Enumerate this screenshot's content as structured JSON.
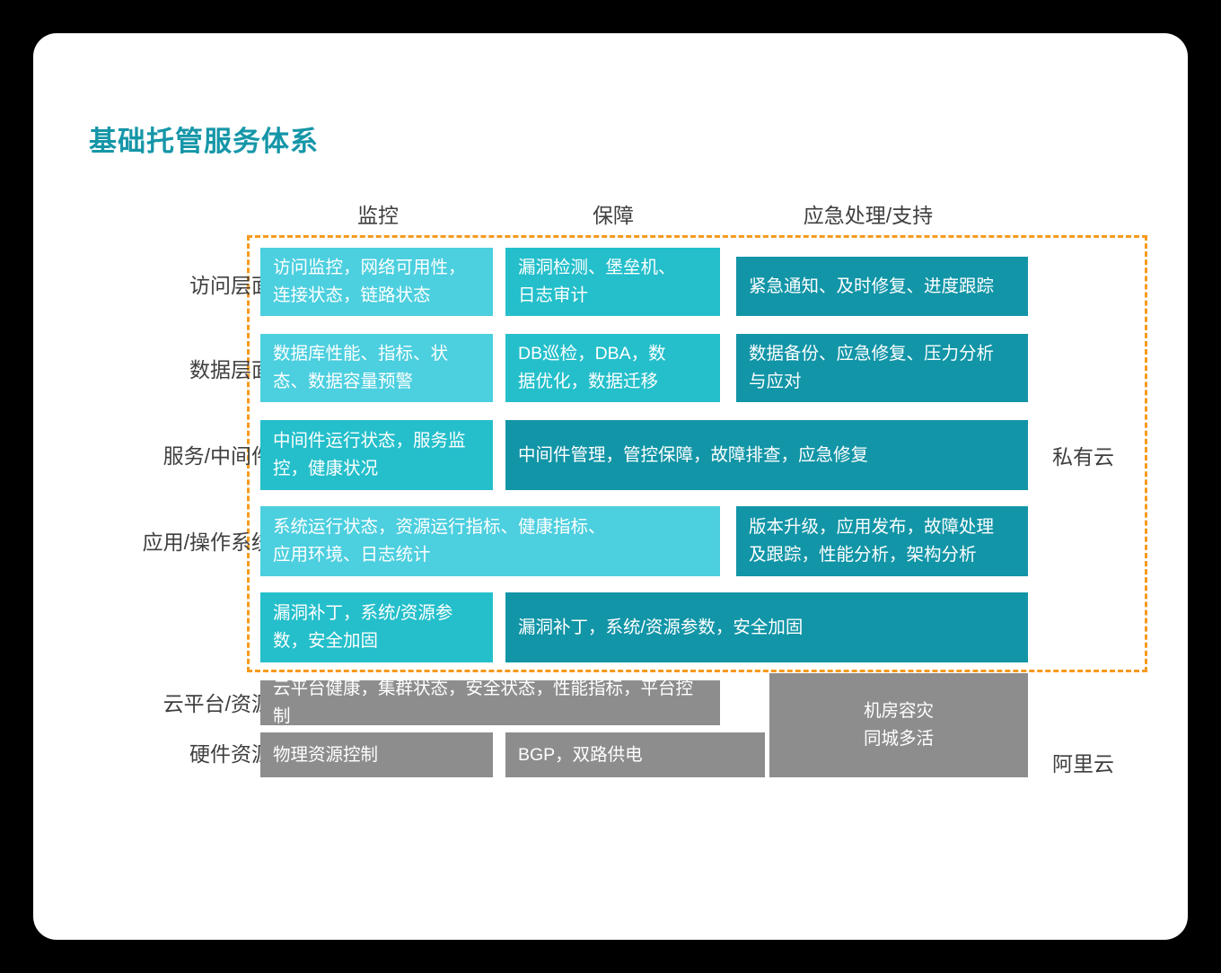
{
  "title": "基础托管服务体系",
  "columns": [
    "监控",
    "保障",
    "应急处理/支持"
  ],
  "row_labels": [
    "访问层面",
    "数据层面",
    "服务/中间件",
    "应用/操作系统",
    "",
    "云平台/资源",
    "硬件资源"
  ],
  "side_labels": {
    "private": "私有云",
    "public": "阿里云"
  },
  "colors": {
    "title": "#1596a8",
    "light_teal": "#4ccfdf",
    "mid_teal": "#24bfcb",
    "dark_teal": "#1295a7",
    "gray": "#8d8d8d",
    "dashed_border": "#f79a1e",
    "card_background": "#ffffff",
    "page_background": "#000000"
  },
  "cells": {
    "access_monitor": "访问监控，网络可用性，\n连接状态，链路状态",
    "access_guarantee": "漏洞检测、堡垒机、\n日志审计",
    "access_emergency": "紧急通知、及时修复、进度跟踪",
    "data_monitor": "数据库性能、指标、状\n态、数据容量预警",
    "data_guarantee": "DB巡检，DBA，数\n据优化，数据迁移",
    "data_emergency": "数据备份、应急修复、压力分析\n与应对",
    "service_monitor": "中间件运行状态，服务监\n控，健康状况",
    "service_wide": "中间件管理，管控保障，故障排查，应急修复",
    "app_wide": "系统运行状态，资源运行指标、健康指标、\n应用环境、日志统计",
    "app_emergency": "版本升级，应用发布，故障处理\n及跟踪，性能分析，架构分析",
    "patch_monitor": "漏洞补丁，系统/资源参\n数，安全加固",
    "patch_wide": "漏洞补丁，系统/资源参数，安全加固",
    "cloud_platform": "云平台健康，集群状态，安全状态，性能指标，平台控制",
    "hardware_resource": "物理资源控制",
    "hardware_bgp": "BGP，双路供电",
    "datacenter_dr": "机房容灾\n同城多活"
  }
}
